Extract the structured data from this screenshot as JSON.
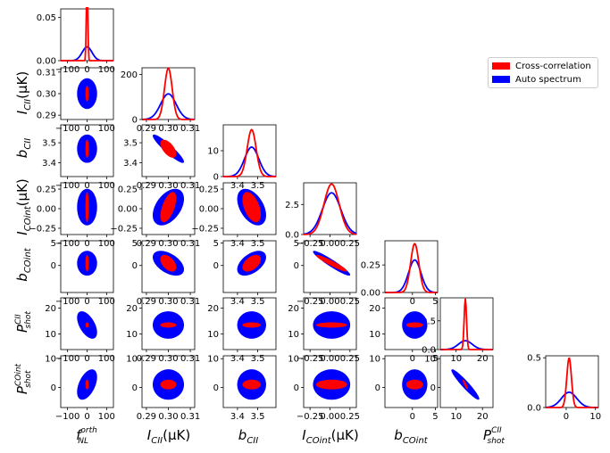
{
  "chart_data": {
    "type": "corner",
    "parameters": [
      {
        "key": "fnl",
        "latex_label": "f_NL^orth",
        "ticks": [
          "−100",
          "0",
          "100"
        ],
        "range": [
          -135,
          135
        ],
        "center": 0
      },
      {
        "key": "icii",
        "latex_label": "I_CII(μK)",
        "ticks": [
          "0.29",
          "0.30",
          "0.31"
        ],
        "range": [
          0.288,
          0.312
        ],
        "center": 0.3
      },
      {
        "key": "bcii",
        "latex_label": "b_CII",
        "ticks": [
          "3.4",
          "3.5"
        ],
        "range": [
          3.33,
          3.59
        ],
        "center": 3.47
      },
      {
        "key": "icoint",
        "latex_label": "I_COint(μK)",
        "ticks": [
          "−0.25",
          "0.00",
          "0.25"
        ],
        "range": [
          -0.33,
          0.33
        ],
        "center": 0.02
      },
      {
        "key": "bcoint",
        "latex_label": "b_COint",
        "ticks": [
          "0",
          "5"
        ],
        "range": [
          -6,
          5.5
        ],
        "center": 0.5
      },
      {
        "key": "pcii",
        "latex_label": "P_shot^CII",
        "ticks": [
          "10",
          "20"
        ],
        "range": [
          4,
          24
        ],
        "center": 13.5
      },
      {
        "key": "pcoint",
        "latex_label": "P_shot^COint",
        "ticks": [
          "0",
          "10"
        ],
        "range": [
          -7,
          11
        ],
        "center": 1
      }
    ],
    "diagonal_yticks": [
      [
        "0.00",
        "0.05"
      ],
      [
        "0",
        "200"
      ],
      [
        "0",
        "10"
      ],
      [
        "0.0",
        "2.5"
      ],
      [
        "0.00",
        "0.25"
      ],
      [
        "0.0",
        "0.5"
      ],
      [
        "0.0",
        "0.5"
      ]
    ],
    "diagonal_ylim": [
      0.06,
      230,
      20,
      4.3,
      0.47,
      0.9,
      0.52
    ],
    "series": [
      {
        "name": "Cross-correlation",
        "color": "#ff0000",
        "sigmas": [
          3.5,
          0.00175,
          0.022,
          0.095,
          0.9,
          0.45,
          0.8
        ]
      },
      {
        "name": "Auto spectrum",
        "color": "#0000ff",
        "sigmas": [
          25,
          0.0035,
          0.035,
          0.115,
          1.35,
          2.6,
          2.6
        ]
      }
    ],
    "correlations": {
      "blue": [
        [
          1,
          0,
          0,
          0,
          0,
          0,
          0
        ],
        [
          0,
          1,
          -0.93,
          0.45,
          -0.5,
          0,
          0
        ],
        [
          0,
          -0.93,
          1,
          -0.45,
          0.5,
          0,
          0
        ],
        [
          0,
          0.45,
          -0.45,
          1,
          -0.95,
          0,
          0
        ],
        [
          0,
          -0.5,
          0.5,
          -0.95,
          1,
          0,
          0
        ],
        [
          -0.55,
          0,
          0,
          0,
          0,
          1,
          -0.95
        ],
        [
          0.5,
          0,
          0,
          0,
          0,
          -0.95,
          1
        ]
      ],
      "red": [
        [
          1,
          0,
          0,
          0,
          0,
          0,
          0
        ],
        [
          0,
          1,
          -0.6,
          0.6,
          -0.5,
          0,
          0
        ],
        [
          0,
          -0.6,
          1,
          -0.5,
          0.5,
          0,
          0
        ],
        [
          0,
          0.6,
          -0.5,
          1,
          -0.95,
          0,
          0
        ],
        [
          0,
          -0.5,
          0.5,
          -0.95,
          1,
          0,
          0
        ],
        [
          0,
          0,
          0,
          0,
          0,
          1,
          -0.9
        ],
        [
          0,
          0,
          0,
          0,
          0,
          -0.9,
          1
        ]
      ]
    },
    "legend": {
      "placement": "upper-right",
      "entries": [
        "Cross-correlation",
        "Auto spectrum"
      ]
    }
  }
}
